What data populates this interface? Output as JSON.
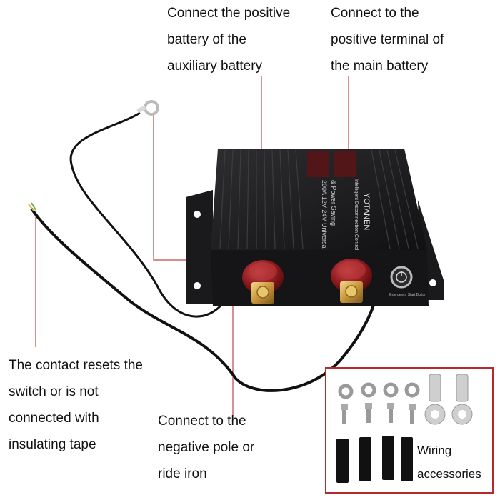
{
  "callouts": {
    "positive_aux": [
      "Connect the positive",
      "battery of the",
      "auxiliary battery"
    ],
    "positive_main": [
      "Connect to the",
      "positive terminal of",
      "the main battery"
    ],
    "contact": [
      "The contact resets the",
      "switch or is not",
      "connected with",
      "insulating tape"
    ],
    "negative": [
      "Connect to the",
      "negative pole or",
      "ride iron"
    ]
  },
  "device": {
    "brand": "YOTANEN",
    "spec_lines": [
      "Intelligent Disconnection Controller",
      "200A 12V-24V Universal",
      "& Power Saving"
    ],
    "button_label": "Emergency Start Button"
  },
  "accessories": {
    "label": [
      "Wiring",
      "accessories"
    ]
  },
  "colors": {
    "callout_line": "#c0474c",
    "frame": "#b52a2f",
    "device_body": "#1c1c1e",
    "terminal_red": "#8e1a1e"
  }
}
